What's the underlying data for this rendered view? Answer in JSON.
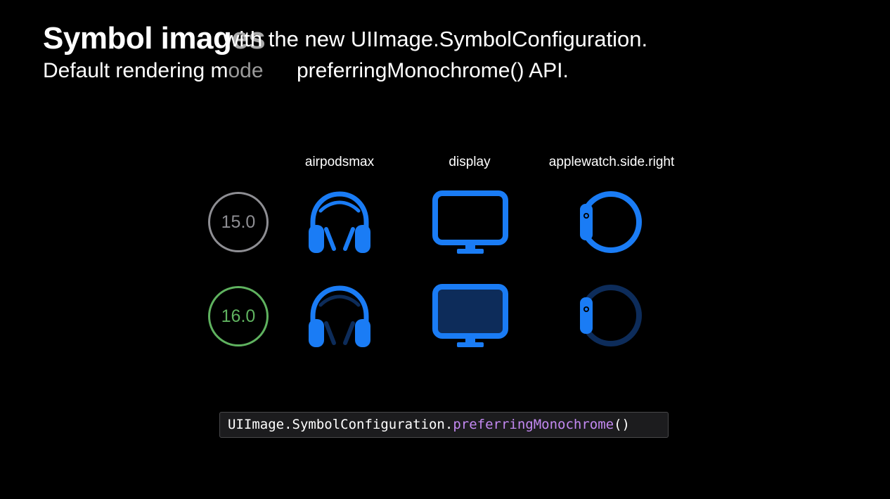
{
  "header": {
    "title_visible": "Symbol imag",
    "title_fading": "es",
    "title_overlay": "with the new UIImage.SymbolConfiguration.",
    "subtitle_visible": "Default rendering m",
    "subtitle_fading": "ode",
    "subtitle_overlay": "preferringMonochrome() API."
  },
  "columns": {
    "airpods": "airpodsmax",
    "display": "display",
    "watch": "applewatch.side.right"
  },
  "rows": {
    "row1_version": "15.0",
    "row2_version": "16.0"
  },
  "code": {
    "receiver": "UIImage.SymbolConfiguration",
    "dot": ".",
    "method": "preferringMonochrome",
    "parens": "()"
  },
  "icons": {
    "headphones": "headphones-icon",
    "display": "display-icon",
    "watch": "applewatch-icon"
  },
  "colors": {
    "background": "#000000",
    "symbol_blue": "#1a7cf5",
    "symbol_dim": "#0d2c5a",
    "version_gray": "#8e8e93",
    "version_green": "#5fb25f",
    "code_method": "#c389f2"
  }
}
